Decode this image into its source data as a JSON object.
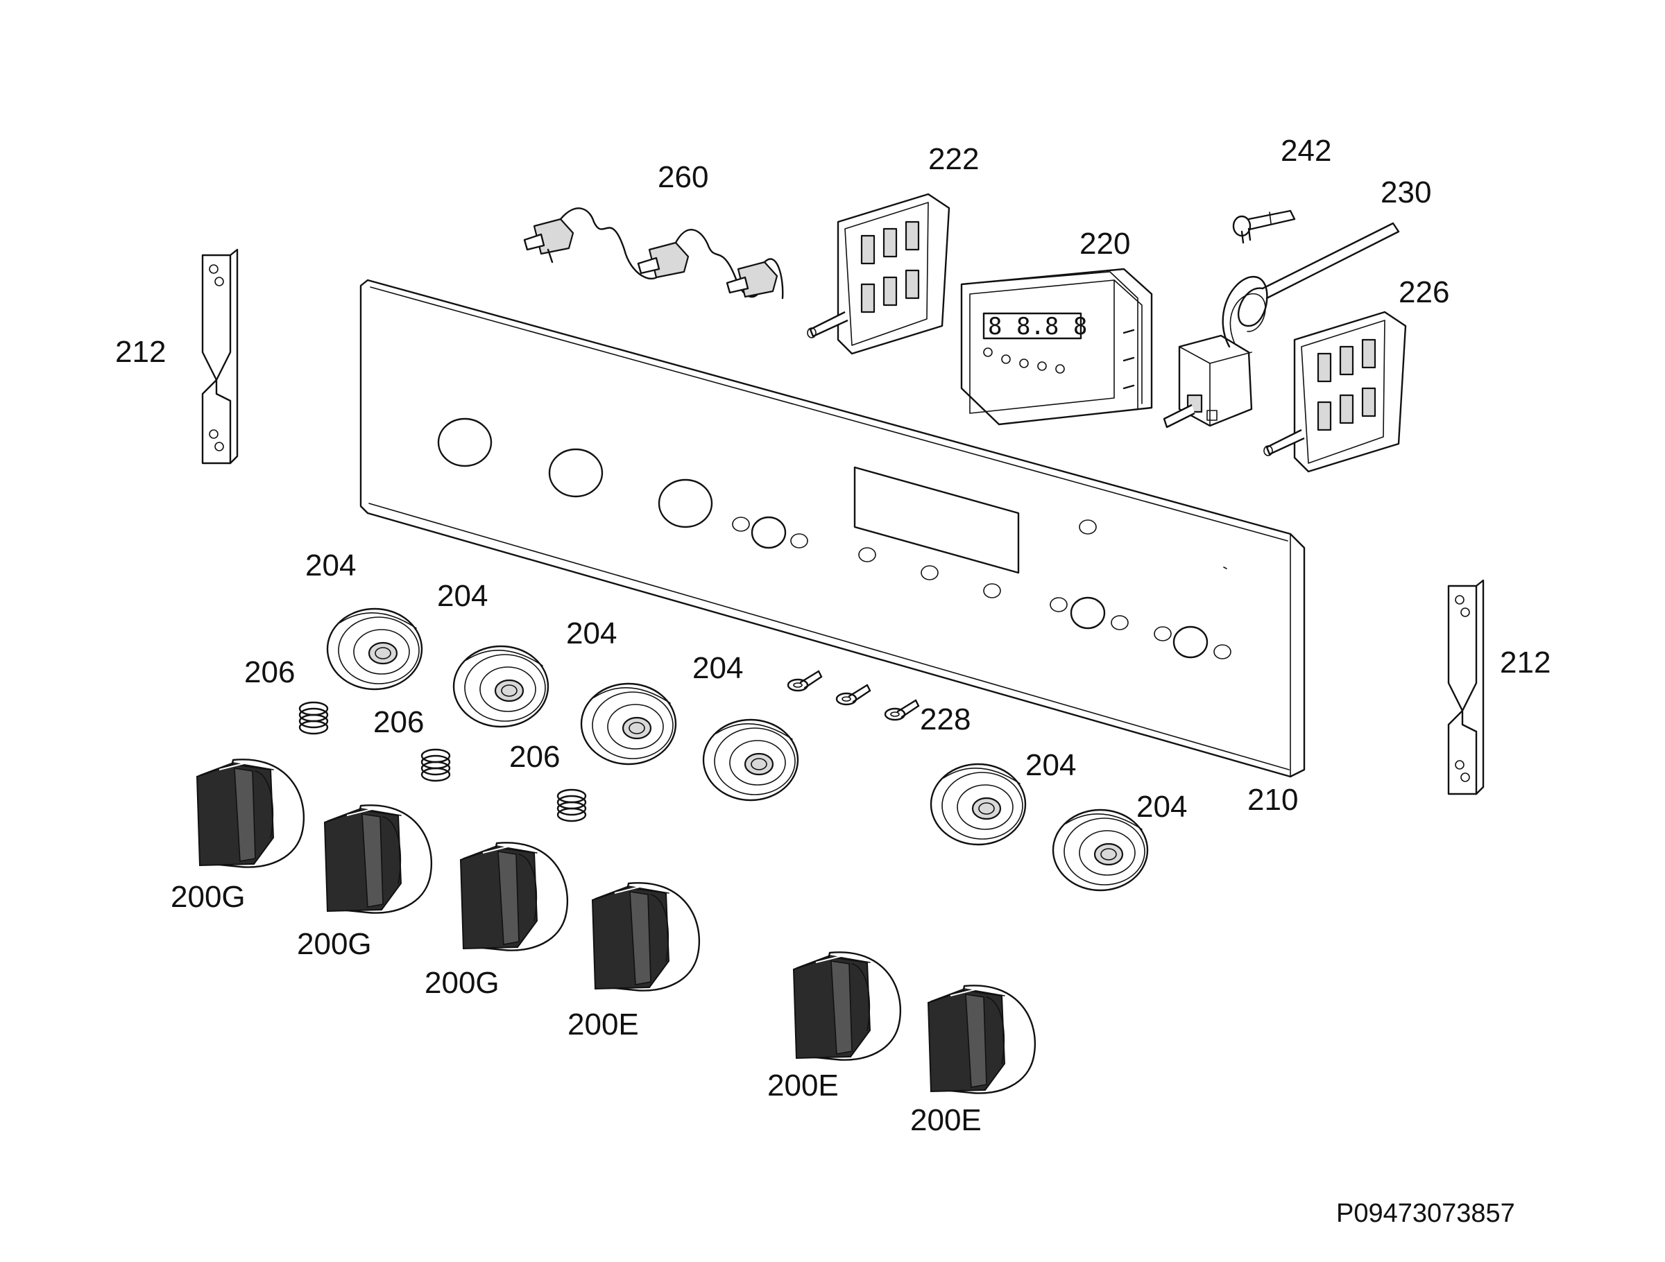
{
  "document_code": "P09473073857",
  "labels": {
    "l260": "260",
    "l222": "222",
    "l220": "220",
    "l242": "242",
    "l230": "230",
    "l226": "226",
    "l212_left": "212",
    "l212_right": "212",
    "l210": "210",
    "l228": "228",
    "l204_a": "204",
    "l204_b": "204",
    "l204_c": "204",
    "l204_d": "204",
    "l204_e": "204",
    "l204_f": "204",
    "l206_a": "206",
    "l206_b": "206",
    "l206_c": "206",
    "l200g_a": "200G",
    "l200g_b": "200G",
    "l200g_c": "200G",
    "l200e_a": "200E",
    "l200e_b": "200E",
    "l200e_c": "200E"
  }
}
